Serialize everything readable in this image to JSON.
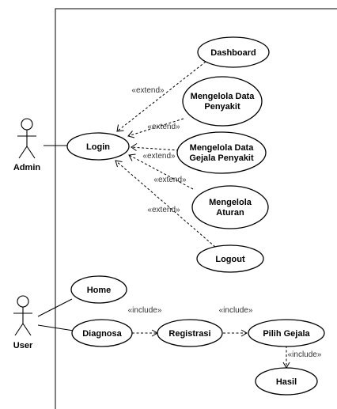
{
  "actors": {
    "admin": "Admin",
    "user": "User"
  },
  "usecases": {
    "dashboard": [
      "Dashboard"
    ],
    "login": [
      "Login"
    ],
    "mengelola_data_penyakit": [
      "Mengelola Data",
      "Penyakit"
    ],
    "mengelola_data_gejala": [
      "Mengelola Data",
      "Gejala Penyakit"
    ],
    "mengelola_aturan": [
      "Mengelola",
      "Aturan"
    ],
    "logout": [
      "Logout"
    ],
    "home": [
      "Home"
    ],
    "diagnosa": [
      "Diagnosa"
    ],
    "registrasi": [
      "Registrasi"
    ],
    "pilih_gejala": [
      "Pilih Gejala"
    ],
    "hasil": [
      "Hasil"
    ]
  },
  "relations": {
    "extend_1": "«extend»",
    "extend_2": "«extend»",
    "extend_3": "«extend»",
    "extend_4": "«extend»",
    "extend_5": "«extend»",
    "include_1": "«include»",
    "include_2": "«include»",
    "include_3": "«include»"
  }
}
